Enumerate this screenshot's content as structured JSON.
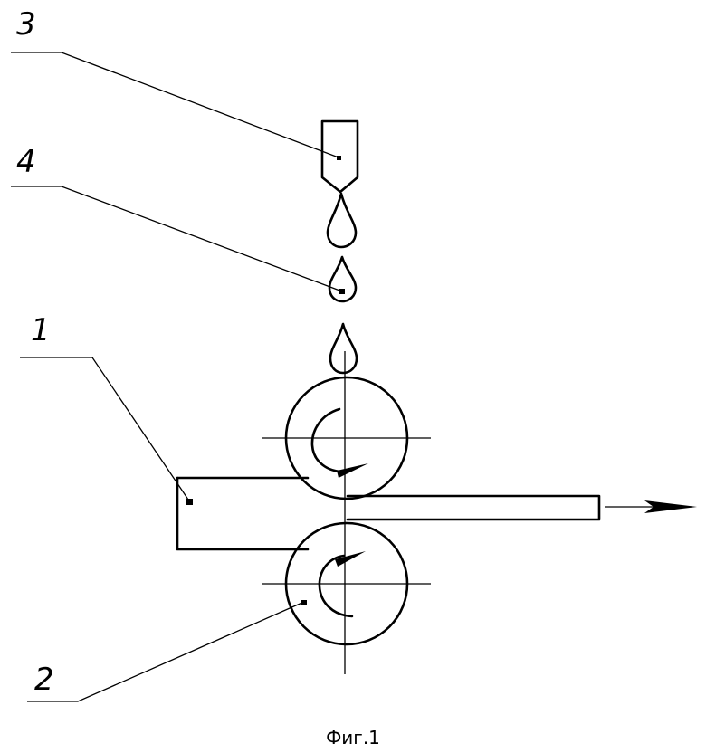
{
  "figure": {
    "caption": "Фиг.1",
    "callouts": {
      "strip": "1",
      "roller": "2",
      "nozzle": "3",
      "droplet": "4"
    }
  }
}
